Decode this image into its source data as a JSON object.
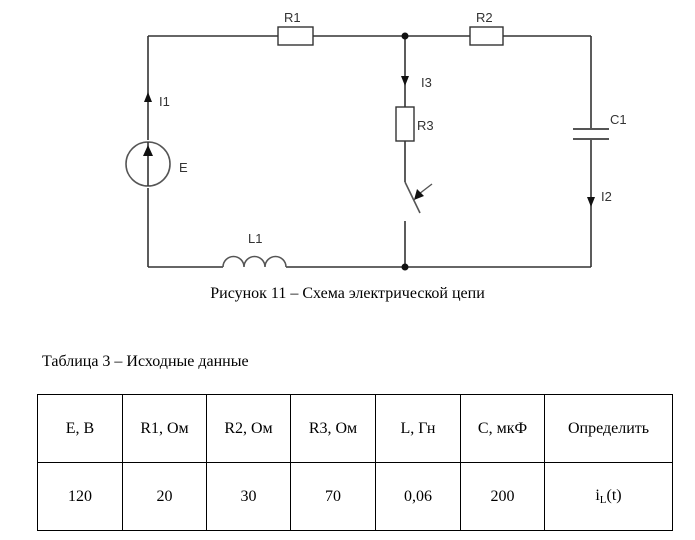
{
  "figure": {
    "labels": {
      "R1": "R1",
      "R2": "R2",
      "R3": "R3",
      "C1": "C1",
      "L1": "L1",
      "E": "E",
      "I1": "I1",
      "I2": "I2",
      "I3": "I3"
    },
    "caption": "Рисунок 11 – Схема электрической цепи"
  },
  "table": {
    "title": "Таблица 3 – Исходные данные",
    "headers": [
      "E, В",
      "R1, Ом",
      "R2, Ом",
      "R3, Ом",
      "L, Гн",
      "C, мкФ",
      "Определить"
    ],
    "values": [
      "120",
      "20",
      "30",
      "70",
      "0,06",
      "200"
    ],
    "target": {
      "base": "i",
      "sub": "L",
      "suffix": "(t)"
    }
  }
}
